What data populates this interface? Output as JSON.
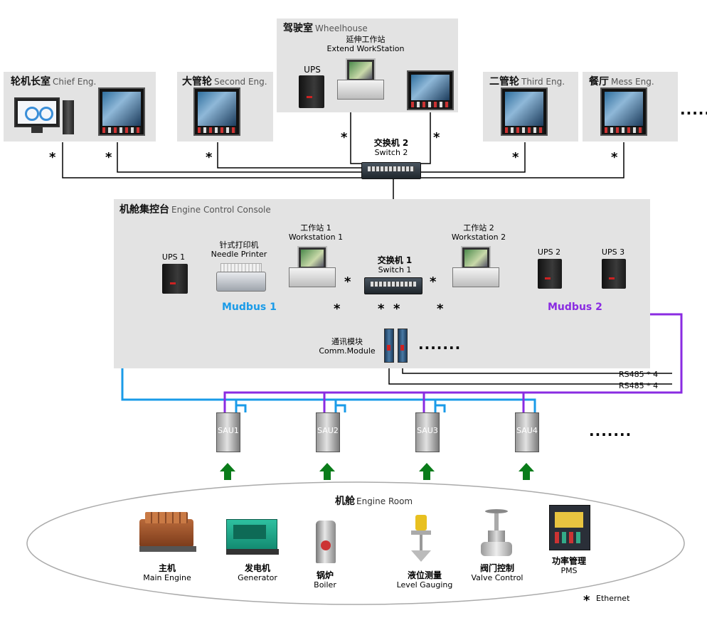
{
  "rooms": {
    "chief": {
      "cn": "轮机长室",
      "en": "Chief Eng."
    },
    "second": {
      "cn": "大管轮",
      "en": "Second Eng."
    },
    "wheelhouse": {
      "cn": "驾驶室",
      "en": "Wheelhouse"
    },
    "third": {
      "cn": "二管轮",
      "en": "Third Eng."
    },
    "mess": {
      "cn": "餐厅",
      "en": "Mess Eng."
    },
    "ecc": {
      "cn": "机舱集控台",
      "en": "Engine Control Console"
    }
  },
  "wheelhouse": {
    "ext_ws_cn": "延伸工作站",
    "ext_ws_en": "Extend WorkStation",
    "ups": "UPS"
  },
  "switch2": {
    "cn": "交换机 2",
    "en": "Switch 2"
  },
  "switch1": {
    "cn": "交换机 1",
    "en": "Switch 1"
  },
  "ecc": {
    "ups1": "UPS 1",
    "ups2": "UPS 2",
    "ups3": "UPS 3",
    "printer_cn": "针式打印机",
    "printer_en": "Needle Printer",
    "ws1_cn": "工作站 1",
    "ws1_en": "Workstation 1",
    "ws2_cn": "工作站 2",
    "ws2_en": "Workstation 2",
    "comm_cn": "通讯模块",
    "comm_en": "Comm.Module"
  },
  "buses": {
    "mudbus1": "Mudbus 1",
    "mudbus2": "Mudbus 2",
    "rs485_a": "RS485 * 4",
    "rs485_b": "RS485 * 4",
    "mudbus1_color": "#1a9be8",
    "mudbus2_color": "#8a2be2"
  },
  "sau": [
    "SAU1",
    "SAU2",
    "SAU3",
    "SAU4"
  ],
  "engine_room": {
    "cn": "机舱",
    "en": "Engine Room"
  },
  "equipment": [
    {
      "cn": "主机",
      "en": "Main Engine"
    },
    {
      "cn": "发电机",
      "en": "Generator"
    },
    {
      "cn": "锅炉",
      "en": "Boiler"
    },
    {
      "cn": "液位测量",
      "en": "Level Gauging"
    },
    {
      "cn": "阀门控制",
      "en": "Valve Control"
    },
    {
      "cn": "功率管理",
      "en": "PMS"
    }
  ],
  "legend": {
    "star": "*",
    "text": "Ethernet"
  },
  "star": "*",
  "ellipsis": "·······"
}
